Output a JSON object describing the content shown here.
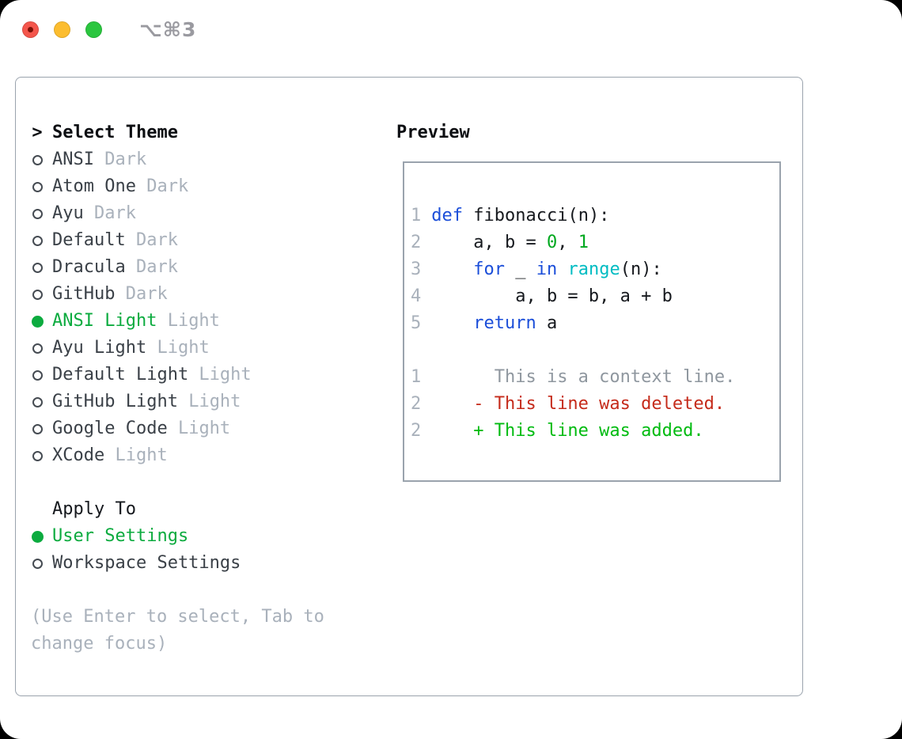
{
  "window": {
    "title": "⌥⌘3"
  },
  "colors": {
    "fg": "#16191e",
    "muted": "#a9b1bb",
    "context": "#8f979f",
    "blue": "#1b4ed9",
    "green": "#00a81f",
    "cyan": "#00bcc2",
    "red": "#c52b1b",
    "added": "#00bb10",
    "selected_green": "#0cab3f",
    "radio_ring": "#454b52"
  },
  "theme_panel": {
    "header_marker": ">",
    "header": "Select Theme",
    "items": [
      {
        "name": "ANSI",
        "variant": "Dark",
        "selected": false
      },
      {
        "name": "Atom One",
        "variant": "Dark",
        "selected": false
      },
      {
        "name": "Ayu",
        "variant": "Dark",
        "selected": false
      },
      {
        "name": "Default",
        "variant": "Dark",
        "selected": false
      },
      {
        "name": "Dracula",
        "variant": "Dark",
        "selected": false
      },
      {
        "name": "GitHub",
        "variant": "Dark",
        "selected": false
      },
      {
        "name": "ANSI Light",
        "variant": "Light",
        "selected": true
      },
      {
        "name": "Ayu Light",
        "variant": "Light",
        "selected": false
      },
      {
        "name": "Default Light",
        "variant": "Light",
        "selected": false
      },
      {
        "name": "GitHub Light",
        "variant": "Light",
        "selected": false
      },
      {
        "name": "Google Code",
        "variant": "Light",
        "selected": false
      },
      {
        "name": "XCode",
        "variant": "Light",
        "selected": false
      }
    ],
    "apply_to": {
      "header": "Apply To",
      "options": [
        {
          "label": "User Settings",
          "selected": true
        },
        {
          "label": "Workspace Settings",
          "selected": false
        }
      ]
    },
    "help": "(Use Enter to select, Tab to change focus)"
  },
  "preview": {
    "header": "Preview",
    "code_lines": [
      {
        "num": "1",
        "segments": [
          {
            "t": "def",
            "c": "blue"
          },
          {
            "t": " fibonacci(n):",
            "c": "fg"
          }
        ]
      },
      {
        "num": "2",
        "segments": [
          {
            "t": "    a, b = ",
            "c": "fg"
          },
          {
            "t": "0",
            "c": "green"
          },
          {
            "t": ", ",
            "c": "fg"
          },
          {
            "t": "1",
            "c": "green"
          }
        ]
      },
      {
        "num": "3",
        "segments": [
          {
            "t": "    ",
            "c": "fg"
          },
          {
            "t": "for",
            "c": "blue"
          },
          {
            "t": " _ ",
            "c": "fg"
          },
          {
            "t": "in",
            "c": "blue"
          },
          {
            "t": " ",
            "c": "fg"
          },
          {
            "t": "range",
            "c": "cyan"
          },
          {
            "t": "(n):",
            "c": "fg"
          }
        ]
      },
      {
        "num": "4",
        "segments": [
          {
            "t": "        a, b = b, a + b",
            "c": "fg"
          }
        ]
      },
      {
        "num": "5",
        "segments": [
          {
            "t": "    ",
            "c": "fg"
          },
          {
            "t": "return",
            "c": "blue"
          },
          {
            "t": " a",
            "c": "fg"
          }
        ]
      },
      {
        "num": "",
        "segments": []
      },
      {
        "num": "1",
        "segments": [
          {
            "t": "      This is a context line.",
            "c": "context"
          }
        ]
      },
      {
        "num": "2",
        "segments": [
          {
            "t": "    - This line was deleted.",
            "c": "red"
          }
        ]
      },
      {
        "num": "2",
        "segments": [
          {
            "t": "    + This line was added.",
            "c": "added"
          }
        ]
      }
    ]
  }
}
